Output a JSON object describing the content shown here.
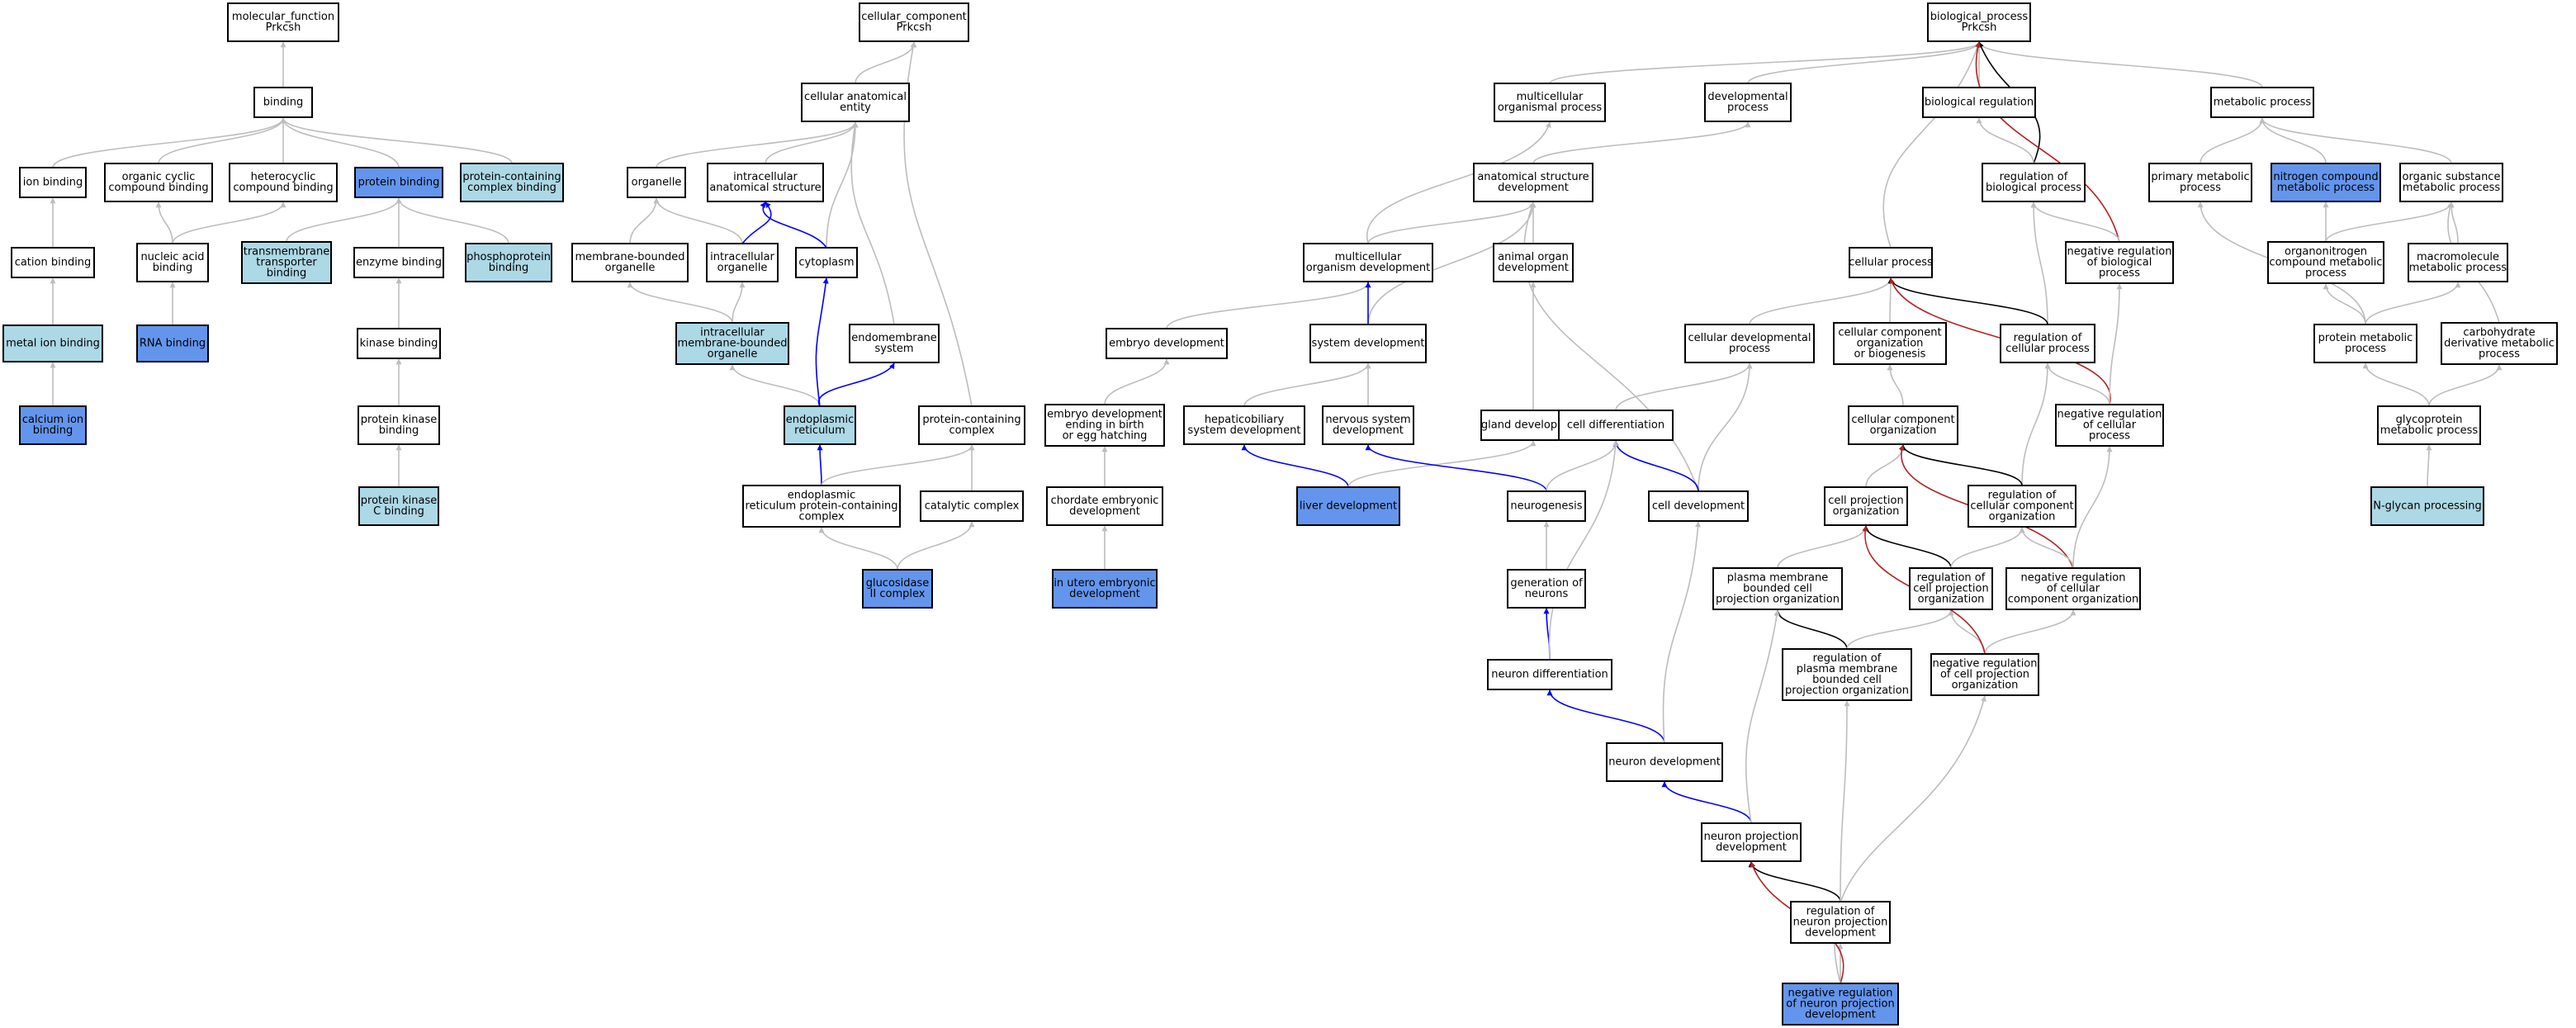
{
  "colors": {
    "plain": "#ffffff",
    "light": "#add8e6",
    "medium": "#6495ed",
    "gray": "#bdbdbd",
    "blue": "#0000ff",
    "black": "#000000",
    "red": "#b22222"
  },
  "nodes": [
    {
      "id": "mf",
      "lines": [
        "molecular_function",
        "Prkcsh"
      ],
      "fill": "plain"
    },
    {
      "id": "binding",
      "lines": [
        "binding"
      ],
      "fill": "plain"
    },
    {
      "id": "ionbind",
      "lines": [
        "ion binding"
      ],
      "fill": "plain"
    },
    {
      "id": "orgcyc",
      "lines": [
        "organic cyclic",
        "compound binding"
      ],
      "fill": "plain"
    },
    {
      "id": "hetero",
      "lines": [
        "heterocyclic",
        "compound binding"
      ],
      "fill": "plain"
    },
    {
      "id": "protbind",
      "lines": [
        "protein binding"
      ],
      "fill": "medium"
    },
    {
      "id": "pcbind",
      "lines": [
        "protein-containing",
        "complex binding"
      ],
      "fill": "light"
    },
    {
      "id": "cation",
      "lines": [
        "cation binding"
      ],
      "fill": "plain"
    },
    {
      "id": "nucacid",
      "lines": [
        "nucleic acid",
        "binding"
      ],
      "fill": "plain"
    },
    {
      "id": "tmtrans",
      "lines": [
        "transmembrane",
        "transporter",
        "binding"
      ],
      "fill": "light"
    },
    {
      "id": "enzbind",
      "lines": [
        "enzyme binding"
      ],
      "fill": "plain"
    },
    {
      "id": "phospho",
      "lines": [
        "phosphoprotein",
        "binding"
      ],
      "fill": "light"
    },
    {
      "id": "metalion",
      "lines": [
        "metal ion binding"
      ],
      "fill": "light"
    },
    {
      "id": "rnabind",
      "lines": [
        "RNA binding"
      ],
      "fill": "medium"
    },
    {
      "id": "kinbind",
      "lines": [
        "kinase binding"
      ],
      "fill": "plain"
    },
    {
      "id": "calcium",
      "lines": [
        "calcium ion",
        "binding"
      ],
      "fill": "medium"
    },
    {
      "id": "pkbind",
      "lines": [
        "protein kinase",
        "binding"
      ],
      "fill": "plain"
    },
    {
      "id": "pkcbind",
      "lines": [
        "protein kinase",
        "C binding"
      ],
      "fill": "light"
    },
    {
      "id": "cc",
      "lines": [
        "cellular_component",
        "Prkcsh"
      ],
      "fill": "plain"
    },
    {
      "id": "cae",
      "lines": [
        "cellular anatomical",
        "entity"
      ],
      "fill": "plain"
    },
    {
      "id": "organelle",
      "lines": [
        "organelle"
      ],
      "fill": "plain"
    },
    {
      "id": "ias",
      "lines": [
        "intracellular",
        "anatomical structure"
      ],
      "fill": "plain"
    },
    {
      "id": "mbo",
      "lines": [
        "membrane-bounded",
        "organelle"
      ],
      "fill": "plain"
    },
    {
      "id": "io",
      "lines": [
        "intracellular",
        "organelle"
      ],
      "fill": "plain"
    },
    {
      "id": "cyto",
      "lines": [
        "cytoplasm"
      ],
      "fill": "plain"
    },
    {
      "id": "imbo",
      "lines": [
        "intracellular",
        "membrane-bounded",
        "organelle"
      ],
      "fill": "light"
    },
    {
      "id": "endomem",
      "lines": [
        "endomembrane",
        "system"
      ],
      "fill": "plain"
    },
    {
      "id": "er",
      "lines": [
        "endoplasmic",
        "reticulum"
      ],
      "fill": "light"
    },
    {
      "id": "pcc",
      "lines": [
        "protein-containing",
        "complex"
      ],
      "fill": "plain"
    },
    {
      "id": "erpcc",
      "lines": [
        "endoplasmic",
        "reticulum protein-containing",
        "complex"
      ],
      "fill": "plain"
    },
    {
      "id": "catcx",
      "lines": [
        "catalytic complex"
      ],
      "fill": "plain"
    },
    {
      "id": "gluc",
      "lines": [
        "glucosidase",
        "II complex"
      ],
      "fill": "medium"
    },
    {
      "id": "bp",
      "lines": [
        "biological_process",
        "Prkcsh"
      ],
      "fill": "plain"
    },
    {
      "id": "mop",
      "lines": [
        "multicellular",
        "organismal process"
      ],
      "fill": "plain"
    },
    {
      "id": "devp",
      "lines": [
        "developmental",
        "process"
      ],
      "fill": "plain"
    },
    {
      "id": "bioreg",
      "lines": [
        "biological regulation"
      ],
      "fill": "plain"
    },
    {
      "id": "metab",
      "lines": [
        "metabolic process"
      ],
      "fill": "plain"
    },
    {
      "id": "asd",
      "lines": [
        "anatomical structure",
        "development"
      ],
      "fill": "plain"
    },
    {
      "id": "regbp",
      "lines": [
        "regulation of",
        "biological process"
      ],
      "fill": "plain"
    },
    {
      "id": "primmet",
      "lines": [
        "primary metabolic",
        "process"
      ],
      "fill": "plain"
    },
    {
      "id": "nitmet",
      "lines": [
        "nitrogen compound",
        "metabolic process"
      ],
      "fill": "medium"
    },
    {
      "id": "orgsub",
      "lines": [
        "organic substance",
        "metabolic process"
      ],
      "fill": "plain"
    },
    {
      "id": "mod",
      "lines": [
        "multicellular",
        "organism development"
      ],
      "fill": "plain"
    },
    {
      "id": "aod",
      "lines": [
        "animal organ",
        "development"
      ],
      "fill": "plain"
    },
    {
      "id": "cellproc",
      "lines": [
        "cellular process"
      ],
      "fill": "plain"
    },
    {
      "id": "negregbp",
      "lines": [
        "negative regulation",
        "of biological",
        "process"
      ],
      "fill": "plain"
    },
    {
      "id": "orgnit",
      "lines": [
        "organonitrogen",
        "compound metabolic",
        "process"
      ],
      "fill": "plain"
    },
    {
      "id": "macromol",
      "lines": [
        "macromolecule",
        "metabolic process"
      ],
      "fill": "plain"
    },
    {
      "id": "embdev",
      "lines": [
        "embryo development"
      ],
      "fill": "plain"
    },
    {
      "id": "sysdev",
      "lines": [
        "system development"
      ],
      "fill": "plain"
    },
    {
      "id": "celldevp",
      "lines": [
        "cellular developmental",
        "process"
      ],
      "fill": "plain"
    },
    {
      "id": "ccob",
      "lines": [
        "cellular component",
        "organization",
        "or biogenesis"
      ],
      "fill": "plain"
    },
    {
      "id": "regcp",
      "lines": [
        "regulation of",
        "cellular process"
      ],
      "fill": "plain"
    },
    {
      "id": "protmet",
      "lines": [
        "protein metabolic",
        "process"
      ],
      "fill": "plain"
    },
    {
      "id": "carbo",
      "lines": [
        "carbohydrate",
        "derivative metabolic",
        "process"
      ],
      "fill": "plain"
    },
    {
      "id": "embend",
      "lines": [
        "embryo development",
        "ending in birth",
        "or egg hatching"
      ],
      "fill": "plain"
    },
    {
      "id": "hepato",
      "lines": [
        "hepaticobiliary",
        "system development"
      ],
      "fill": "plain"
    },
    {
      "id": "nsd",
      "lines": [
        "nervous system",
        "development"
      ],
      "fill": "plain"
    },
    {
      "id": "gland",
      "lines": [
        "gland development"
      ],
      "fill": "plain"
    },
    {
      "id": "celldiff",
      "lines": [
        "cell differentiation"
      ],
      "fill": "plain"
    },
    {
      "id": "cco",
      "lines": [
        "cellular component",
        "organization"
      ],
      "fill": "plain"
    },
    {
      "id": "negregcp",
      "lines": [
        "negative regulation",
        "of cellular",
        "process"
      ],
      "fill": "plain"
    },
    {
      "id": "glyco",
      "lines": [
        "glycoprotein",
        "metabolic process"
      ],
      "fill": "plain"
    },
    {
      "id": "chord",
      "lines": [
        "chordate embryonic",
        "development"
      ],
      "fill": "plain"
    },
    {
      "id": "liver",
      "lines": [
        "liver development"
      ],
      "fill": "medium"
    },
    {
      "id": "neurog",
      "lines": [
        "neurogenesis"
      ],
      "fill": "plain"
    },
    {
      "id": "celldev",
      "lines": [
        "cell development"
      ],
      "fill": "plain"
    },
    {
      "id": "cpo",
      "lines": [
        "cell projection",
        "organization"
      ],
      "fill": "plain"
    },
    {
      "id": "regcco",
      "lines": [
        "regulation of",
        "cellular component",
        "organization"
      ],
      "fill": "plain"
    },
    {
      "id": "nglycan",
      "lines": [
        "N-glycan processing"
      ],
      "fill": "light"
    },
    {
      "id": "inutero",
      "lines": [
        "in utero embryonic",
        "development"
      ],
      "fill": "medium"
    },
    {
      "id": "genneur",
      "lines": [
        "generation of",
        "neurons"
      ],
      "fill": "plain"
    },
    {
      "id": "pmbcpo",
      "lines": [
        "plasma membrane",
        "bounded cell",
        "projection organization"
      ],
      "fill": "plain"
    },
    {
      "id": "regcpo",
      "lines": [
        "regulation of",
        "cell projection",
        "organization"
      ],
      "fill": "plain"
    },
    {
      "id": "negregcco",
      "lines": [
        "negative regulation",
        "of cellular",
        "component organization"
      ],
      "fill": "plain"
    },
    {
      "id": "regpmb",
      "lines": [
        "regulation of",
        "plasma membrane",
        "bounded cell",
        "projection organization"
      ],
      "fill": "plain"
    },
    {
      "id": "negregcpo",
      "lines": [
        "negative regulation",
        "of cell projection",
        "organization"
      ],
      "fill": "plain"
    },
    {
      "id": "neurdiff",
      "lines": [
        "neuron differentiation"
      ],
      "fill": "plain"
    },
    {
      "id": "neurdev",
      "lines": [
        "neuron development"
      ],
      "fill": "plain"
    },
    {
      "id": "npd",
      "lines": [
        "neuron projection",
        "development"
      ],
      "fill": "plain"
    },
    {
      "id": "regnpd",
      "lines": [
        "regulation of",
        "neuron projection",
        "development"
      ],
      "fill": "plain"
    },
    {
      "id": "negregnpd",
      "lines": [
        "negative regulation",
        "of neuron projection",
        "development"
      ],
      "fill": "medium"
    }
  ],
  "edges": [
    [
      "binding",
      "mf",
      "gray"
    ],
    [
      "ionbind",
      "binding",
      "gray"
    ],
    [
      "orgcyc",
      "binding",
      "gray"
    ],
    [
      "hetero",
      "binding",
      "gray"
    ],
    [
      "protbind",
      "binding",
      "gray"
    ],
    [
      "pcbind",
      "binding",
      "gray"
    ],
    [
      "cation",
      "ionbind",
      "gray"
    ],
    [
      "nucacid",
      "orgcyc",
      "gray"
    ],
    [
      "nucacid",
      "hetero",
      "gray"
    ],
    [
      "tmtrans",
      "protbind",
      "gray"
    ],
    [
      "enzbind",
      "protbind",
      "gray"
    ],
    [
      "phospho",
      "protbind",
      "gray"
    ],
    [
      "metalion",
      "cation",
      "gray"
    ],
    [
      "rnabind",
      "nucacid",
      "gray"
    ],
    [
      "kinbind",
      "enzbind",
      "gray"
    ],
    [
      "calcium",
      "metalion",
      "gray"
    ],
    [
      "pkbind",
      "kinbind",
      "gray"
    ],
    [
      "pkcbind",
      "pkbind",
      "gray"
    ],
    [
      "cae",
      "cc",
      "gray"
    ],
    [
      "pcc",
      "cc",
      "gray"
    ],
    [
      "organelle",
      "cae",
      "gray"
    ],
    [
      "ias",
      "cae",
      "gray"
    ],
    [
      "cyto",
      "cae",
      "gray"
    ],
    [
      "endomem",
      "cae",
      "gray"
    ],
    [
      "mbo",
      "organelle",
      "gray"
    ],
    [
      "io",
      "organelle",
      "gray"
    ],
    [
      "io",
      "ias",
      "blue"
    ],
    [
      "cyto",
      "ias",
      "blue"
    ],
    [
      "imbo",
      "mbo",
      "gray"
    ],
    [
      "imbo",
      "io",
      "gray"
    ],
    [
      "er",
      "imbo",
      "gray"
    ],
    [
      "er",
      "cyto",
      "blue"
    ],
    [
      "er",
      "endomem",
      "blue"
    ],
    [
      "erpcc",
      "er",
      "blue"
    ],
    [
      "erpcc",
      "pcc",
      "gray"
    ],
    [
      "catcx",
      "pcc",
      "gray"
    ],
    [
      "gluc",
      "erpcc",
      "gray"
    ],
    [
      "gluc",
      "catcx",
      "gray"
    ],
    [
      "mop",
      "bp",
      "gray"
    ],
    [
      "devp",
      "bp",
      "gray"
    ],
    [
      "bioreg",
      "bp",
      "gray"
    ],
    [
      "metab",
      "bp",
      "gray"
    ],
    [
      "cellproc",
      "bp",
      "gray"
    ],
    [
      "regbp",
      "bp",
      "black"
    ],
    [
      "negregbp",
      "bp",
      "red"
    ],
    [
      "asd",
      "devp",
      "gray"
    ],
    [
      "regbp",
      "bioreg",
      "gray"
    ],
    [
      "primmet",
      "metab",
      "gray"
    ],
    [
      "nitmet",
      "metab",
      "gray"
    ],
    [
      "orgsub",
      "metab",
      "gray"
    ],
    [
      "mod",
      "mop",
      "gray"
    ],
    [
      "mod",
      "asd",
      "gray"
    ],
    [
      "aod",
      "asd",
      "gray"
    ],
    [
      "sysdev",
      "asd",
      "gray"
    ],
    [
      "celldev",
      "asd",
      "gray"
    ],
    [
      "negregbp",
      "regbp",
      "gray"
    ],
    [
      "regcp",
      "regbp",
      "gray"
    ],
    [
      "orgnit",
      "nitmet",
      "gray"
    ],
    [
      "orgnit",
      "orgsub",
      "gray"
    ],
    [
      "macromol",
      "orgsub",
      "gray"
    ],
    [
      "carbo",
      "orgsub",
      "gray"
    ],
    [
      "embdev",
      "mod",
      "gray"
    ],
    [
      "sysdev",
      "mod",
      "blue"
    ],
    [
      "celldevp",
      "cellproc",
      "gray"
    ],
    [
      "ccob",
      "cellproc",
      "gray"
    ],
    [
      "regcp",
      "cellproc",
      "black"
    ],
    [
      "negregcp",
      "cellproc",
      "red"
    ],
    [
      "negregcp",
      "negregbp",
      "gray"
    ],
    [
      "negregcp",
      "regcp",
      "gray"
    ],
    [
      "protmet",
      "primmet",
      "gray"
    ],
    [
      "protmet",
      "orgnit",
      "gray"
    ],
    [
      "protmet",
      "macromol",
      "gray"
    ],
    [
      "embend",
      "embdev",
      "gray"
    ],
    [
      "hepato",
      "sysdev",
      "gray"
    ],
    [
      "nsd",
      "sysdev",
      "gray"
    ],
    [
      "gland",
      "aod",
      "gray"
    ],
    [
      "celldiff",
      "celldevp",
      "gray"
    ],
    [
      "celldev",
      "celldevp",
      "gray"
    ],
    [
      "cco",
      "ccob",
      "gray"
    ],
    [
      "regcco",
      "regcp",
      "gray"
    ],
    [
      "glyco",
      "protmet",
      "gray"
    ],
    [
      "glyco",
      "carbo",
      "gray"
    ],
    [
      "chord",
      "embend",
      "gray"
    ],
    [
      "liver",
      "hepato",
      "blue"
    ],
    [
      "liver",
      "gland",
      "gray"
    ],
    [
      "neurog",
      "nsd",
      "blue"
    ],
    [
      "neurog",
      "celldiff",
      "gray"
    ],
    [
      "celldev",
      "celldiff",
      "blue"
    ],
    [
      "cpo",
      "cco",
      "gray"
    ],
    [
      "regcco",
      "cco",
      "black"
    ],
    [
      "negregcco",
      "cco",
      "red"
    ],
    [
      "negregcco",
      "negregcp",
      "gray"
    ],
    [
      "negregcco",
      "regcco",
      "gray"
    ],
    [
      "nglycan",
      "glyco",
      "gray"
    ],
    [
      "inutero",
      "chord",
      "gray"
    ],
    [
      "genneur",
      "neurog",
      "gray"
    ],
    [
      "pmbcpo",
      "cpo",
      "gray"
    ],
    [
      "regcpo",
      "cpo",
      "black"
    ],
    [
      "regcpo",
      "regcco",
      "gray"
    ],
    [
      "negregcpo",
      "regcpo",
      "gray"
    ],
    [
      "negregcpo",
      "negregcco",
      "gray"
    ],
    [
      "regpmb",
      "pmbcpo",
      "black"
    ],
    [
      "regpmb",
      "regcpo",
      "gray"
    ],
    [
      "negregcpo",
      "cpo",
      "red"
    ],
    [
      "neurdiff",
      "genneur",
      "blue"
    ],
    [
      "neurdiff",
      "celldiff",
      "gray"
    ],
    [
      "neurdev",
      "neurdiff",
      "blue"
    ],
    [
      "neurdev",
      "celldev",
      "gray"
    ],
    [
      "npd",
      "neurdev",
      "blue"
    ],
    [
      "npd",
      "pmbcpo",
      "gray"
    ],
    [
      "regnpd",
      "npd",
      "black"
    ],
    [
      "regnpd",
      "regpmb",
      "gray"
    ],
    [
      "negregnpd",
      "regnpd",
      "gray"
    ],
    [
      "negregnpd",
      "npd",
      "red"
    ],
    [
      "negregnpd",
      "negregcpo",
      "gray"
    ]
  ]
}
